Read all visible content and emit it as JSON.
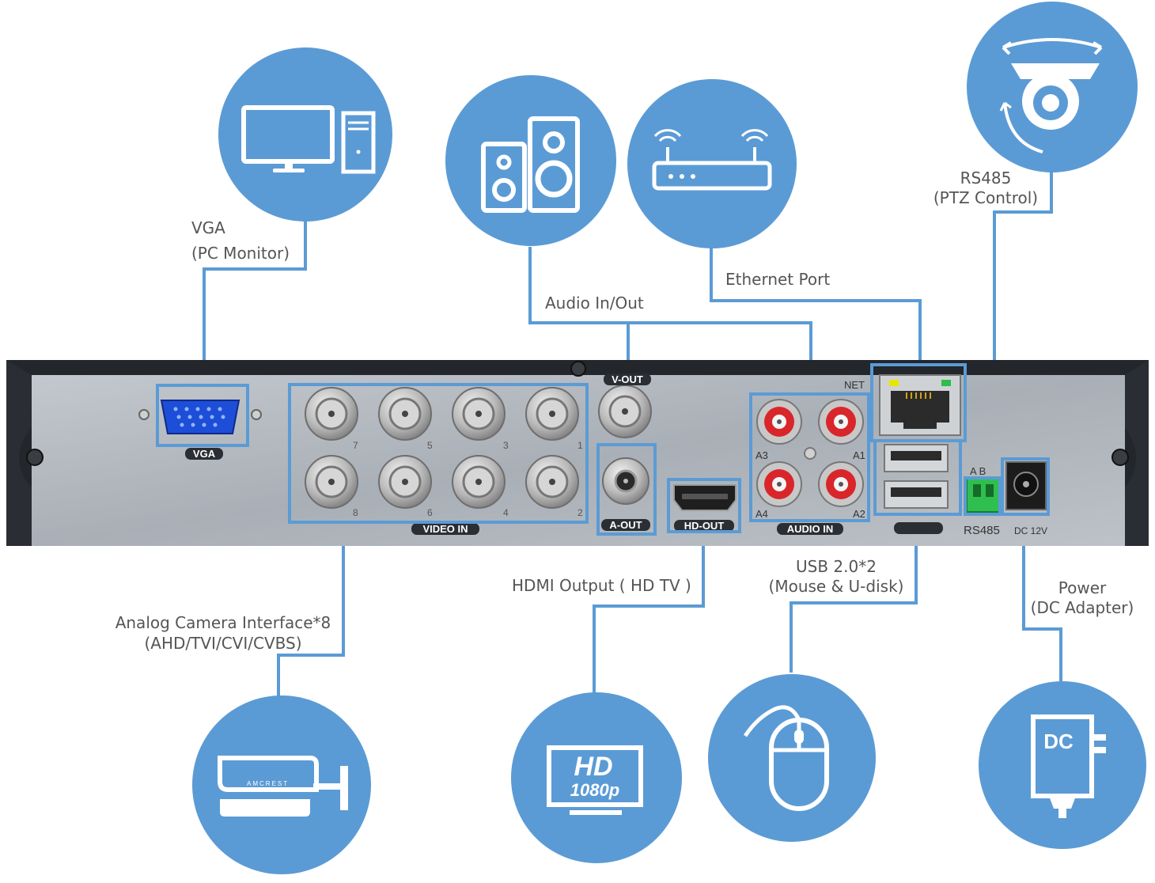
{
  "labels": {
    "vga_title": "VGA",
    "vga_sub": "(PC Monitor)",
    "audio": "Audio In/Out",
    "ethernet": "Ethernet Port",
    "rs485_title": "RS485",
    "rs485_sub": "(PTZ Control)",
    "analog_title": "Analog Camera Interface*8",
    "analog_sub": "(AHD/TVI/CVI/CVBS)",
    "hdmi": "HDMI Output ( HD TV )",
    "usb_title": "USB 2.0*2",
    "usb_sub": "(Mouse & U-disk)",
    "power_title": "Power",
    "power_sub": "(DC Adapter)"
  },
  "panel": {
    "vga": "VGA",
    "video_in": "VIDEO IN",
    "v_out": "V-OUT",
    "a_out": "A-OUT",
    "hd_out": "HD-OUT",
    "audio_in": "AUDIO IN",
    "net": "NET",
    "rs485": "RS485",
    "dc": "DC 12V",
    "rs485_ab": "A   B",
    "bnc_top": [
      "7",
      "5",
      "3",
      "1"
    ],
    "bnc_bottom": [
      "8",
      "6",
      "4",
      "2"
    ],
    "audio_ports": [
      "A3",
      "A1",
      "A4",
      "A2"
    ]
  },
  "icons": {
    "hd": "HD",
    "hd_res": "1080p",
    "dc": "DC",
    "camera_brand": "AMCREST"
  },
  "colors": {
    "accent": "#5b9bd5",
    "line": "#5b9bd5",
    "panel": "#aeb4bb",
    "frame": "#23262b",
    "label": "#555555",
    "audio_red": "#d9262a"
  }
}
